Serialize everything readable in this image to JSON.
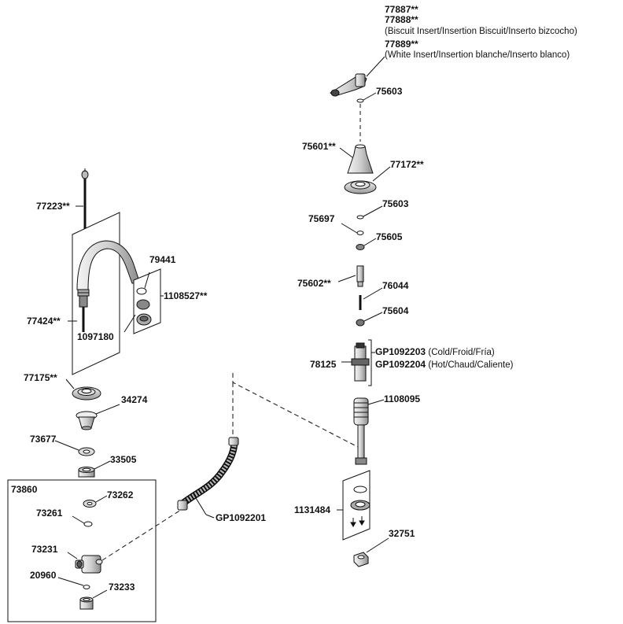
{
  "parts": {
    "p77887": "77887**",
    "p77888": "77888**",
    "biscuit_note": "(Biscuit Insert/Insertion Biscuit/Inserto bizcocho)",
    "p77889": "77889**",
    "white_note": "(White Insert/Insertion blanche/Inserto blanco)",
    "p75603a": "75603",
    "p75601": "75601**",
    "p77172": "77172**",
    "p75603b": "75603",
    "p75697": "75697",
    "p75605": "75605",
    "p75602": "75602**",
    "p76044": "76044",
    "p75604": "75604",
    "pGP1092203": "GP1092203",
    "cold_note": "(Cold/Froid/Fría)",
    "p78125": "78125",
    "pGP1092204": "GP1092204",
    "hot_note": "(Hot/Chaud/Caliente)",
    "p1108095": "1108095",
    "p1131484": "1131484",
    "p32751": "32751",
    "p77223": "77223**",
    "p79441": "79441",
    "p1108527": "1108527**",
    "p77424": "77424**",
    "p1097180": "1097180",
    "p77175": "77175**",
    "p34274": "34274",
    "p73677": "73677",
    "p33505": "33505",
    "p73860": "73860",
    "p73262": "73262",
    "p73261": "73261",
    "p73231": "73231",
    "p20960": "20960",
    "p73233": "73233",
    "pGP1092201": "GP1092201"
  },
  "colors": {
    "line": "#111111",
    "part_fill": "#e6e6e6",
    "part_shade": "#9a9a9a"
  }
}
